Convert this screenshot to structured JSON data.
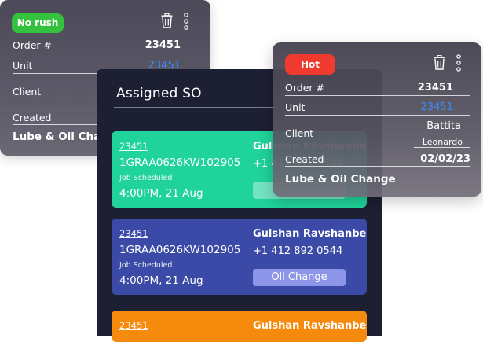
{
  "card_left": {
    "badge": "No rush",
    "order_label": "Order #",
    "order_value": "23451",
    "unit_label": "Unit",
    "unit_value": "23451",
    "client_label": "Client",
    "created_label": "Created",
    "service": "Lube & Oil Change"
  },
  "panel": {
    "title": "Assigned SO",
    "cards": [
      {
        "so": "23451",
        "vin": "1GRAA0626KW102905",
        "status": "Job Scheduled",
        "time": "4:00PM, 21 Aug",
        "name": "Gulshan Ravshanbek",
        "phone": "+1 412  892 0544",
        "button": ""
      },
      {
        "so": "23451",
        "vin": "1GRAA0626KW102905",
        "status": "Job Scheduled",
        "time": "4:00PM, 21 Aug",
        "name": "Gulshan Ravshanbek",
        "phone": "+1 412  892 0544",
        "button": "Oli Change"
      },
      {
        "so": "23451",
        "name": "Gulshan Ravshanbek"
      }
    ]
  },
  "card_right": {
    "badge": "Hot",
    "order_label": "Order #",
    "order_value": "23451",
    "unit_label": "Unit",
    "unit_value": "23451",
    "client_label": "Client",
    "client_first": "Battita",
    "client_last": "Leonardo",
    "created_label": "Created",
    "created_value": "02/02/23",
    "service": "Lube & Oil Change"
  },
  "colors": {
    "badge_no_rush": "#34c13e",
    "badge_hot": "#ef3a30",
    "unit_link": "#3b8cf7",
    "so_card_1": "#1fd39a",
    "so_card_2": "#3a4aa6",
    "so_card_3": "#f58a0c",
    "panel_bg": "#1d1f32"
  },
  "icons": [
    "trash-icon",
    "more-vertical-icon"
  ]
}
